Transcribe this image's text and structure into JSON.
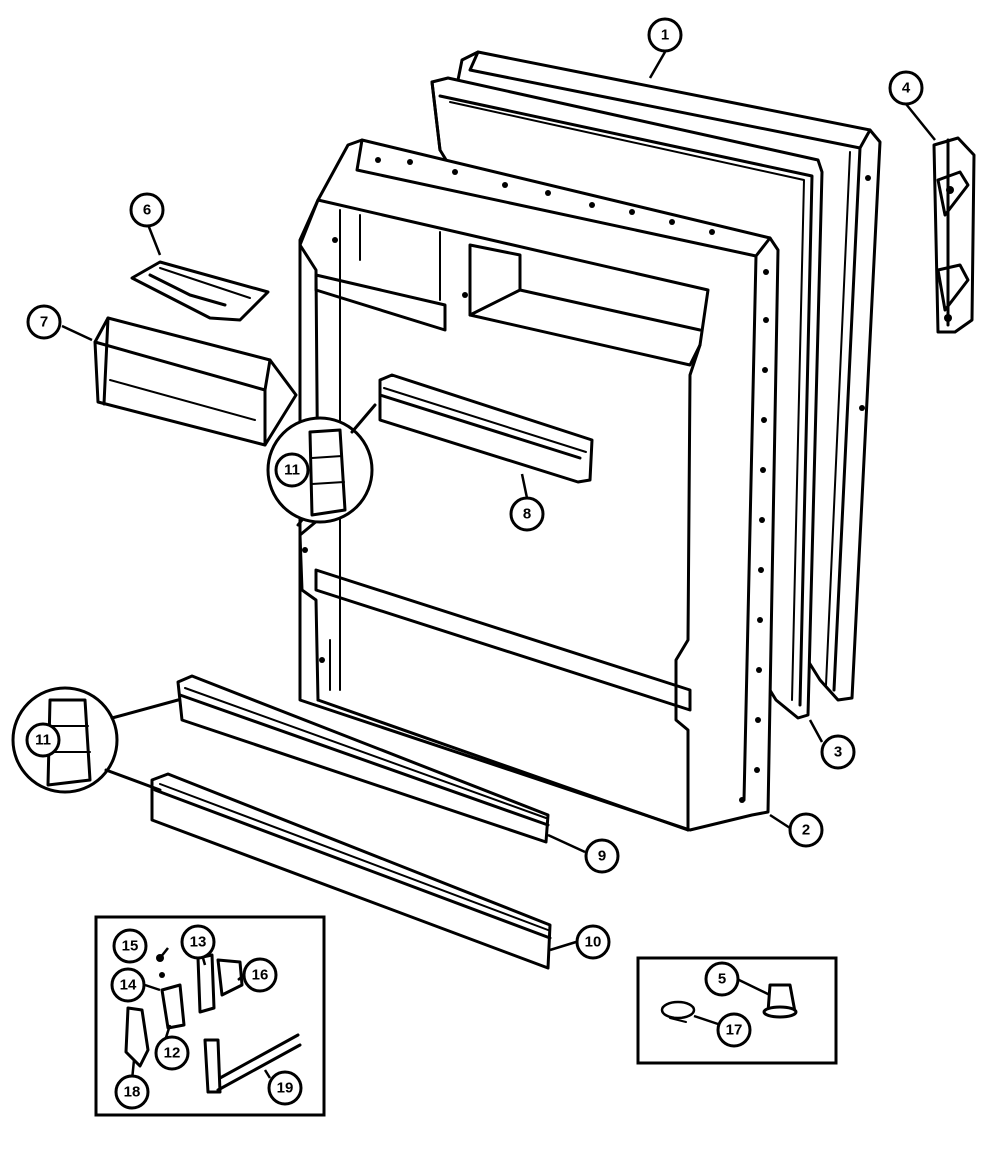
{
  "callouts": {
    "c1": "1",
    "c2": "2",
    "c3": "3",
    "c4": "4",
    "c5": "5",
    "c6": "6",
    "c7": "7",
    "c8": "8",
    "c9": "9",
    "c10": "10",
    "c11a": "11",
    "c11b": "11",
    "c12": "12",
    "c13": "13",
    "c14": "14",
    "c15": "15",
    "c16": "16",
    "c17": "17",
    "c18": "18",
    "c19": "19"
  }
}
